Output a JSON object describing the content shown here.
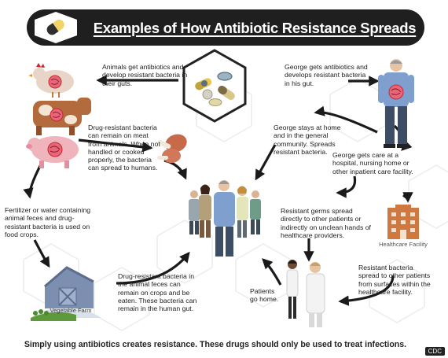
{
  "title": "Examples of How Antibiotic Resistance Spreads",
  "nodes": {
    "animals_get": "Animals get antibiotics and develop resistant bacteria in their guts.",
    "george_gets": "George gets antibiotics and develops resistant bacteria in his gut.",
    "drug_resistant_meat": "Drug-resistant bacteria can remain on meat from animals. When not handled or cooked properly, the bacteria can spread to humans.",
    "george_stays": "George stays at home and in the general community. Spreads resistant bacteria.",
    "george_care": "George gets care at a hospital, nursing home or other inpatient care facility.",
    "fertilizer": "Fertilizer or water containing animal feces and drug-resistant bacteria is used on food crops.",
    "resistant_germs": "Resistant germs spread directly to other patients or indirectly on unclean hands of healthcare providers.",
    "resistant_bacteria_facility": "Resistant bacteria spread to other patients from surfaces within the healthcare facility.",
    "drug_resistant_crops": "Drug-resistant bacteria in the animal feces can remain on crops and be eaten. These bacteria can remain in the human gut.",
    "patients_go_home": "Patients go home."
  },
  "labels": {
    "vegetable_farm": "Vegetable Farm",
    "healthcare_facility": "Healthcare Facility"
  },
  "footer": "Simply using antibiotics creates resistance.  These drugs should only be used to treat infections.",
  "credit": "CDC",
  "colors": {
    "banner": "#1f1f1f",
    "accent_red": "#c8282e",
    "bacteria_pink": "#e8667a",
    "arrow": "#1a1a1a",
    "hex_bg": "#eeeeee",
    "facility_orange": "#cf7840",
    "farm_blue": "#7d8fb0",
    "farm_green": "#5e9a3c"
  }
}
